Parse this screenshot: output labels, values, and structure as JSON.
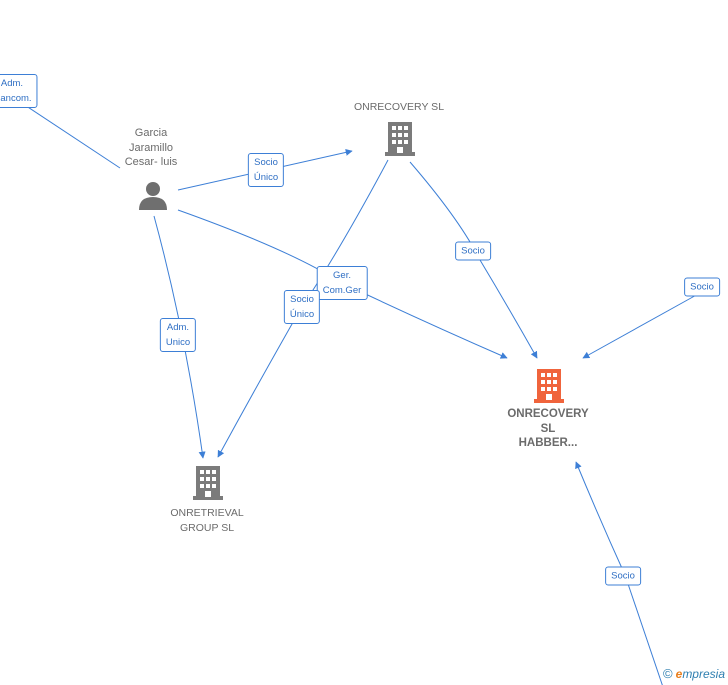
{
  "nodes": {
    "person": {
      "lines": [
        "Garcia",
        "Jaramillo",
        "Cesar- luis"
      ]
    },
    "onrecovery": {
      "lines": [
        "ONRECOVERY SL"
      ]
    },
    "onrecovery_habber": {
      "lines": [
        "ONRECOVERY",
        "SL",
        "HABBER..."
      ]
    },
    "onretrieval": {
      "lines": [
        "ONRETRIEVAL",
        "GROUP  SL"
      ]
    }
  },
  "edges": {
    "adm_mancom": [
      "Adm.",
      "Mancom."
    ],
    "socio_unico_top": [
      "Socio",
      "Único"
    ],
    "adm_unico": [
      "Adm.",
      "Unico"
    ],
    "ger_comger": [
      "Ger.",
      "Com.Ger"
    ],
    "socio_unico_mid": [
      "Socio",
      "Único"
    ],
    "socio_right_top": [
      "Socio"
    ],
    "socio_far_right": [
      "Socio"
    ],
    "socio_bottom": [
      "Socio"
    ]
  },
  "colors": {
    "edge": "#3d7fd6",
    "company_icon": "#7b7b7b",
    "focus_icon": "#f0643c",
    "person_icon": "#6f6f6f"
  },
  "watermark": {
    "symbol": "©",
    "brand_initial": "e",
    "brand_rest": "mpresia"
  }
}
